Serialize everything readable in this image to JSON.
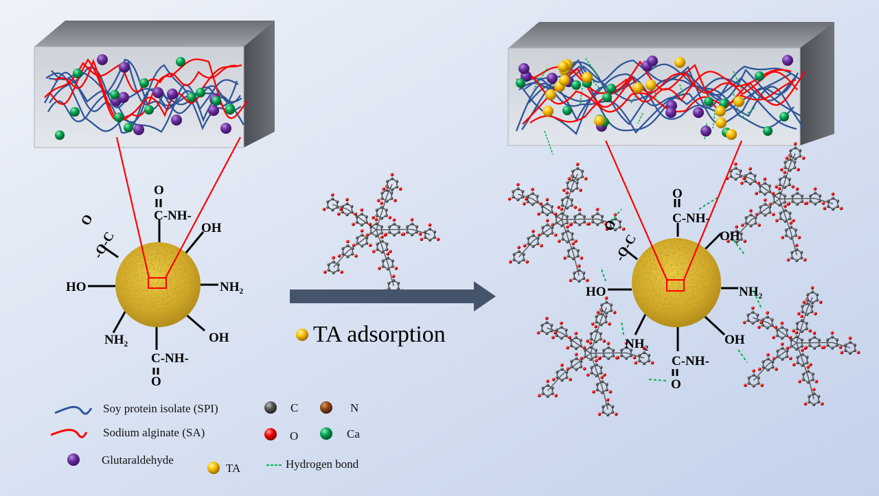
{
  "colors": {
    "spi_chain": "#2f5597",
    "sa_chain": "#ff0000",
    "glutaraldehyde": "#7030a0",
    "ca": "#00a050",
    "ta": "#ffc000",
    "carbon": "#555555",
    "nitrogen": "#8b4513",
    "oxygen": "#ff0000",
    "hydrogen_bond": "#00b050",
    "arrow": "#44546a"
  },
  "process": {
    "label": "TA adsorption"
  },
  "left_particle": {
    "groups": {
      "top_o": "O",
      "top_amide": "C-NH-",
      "carboxylate": "-O-C",
      "carboxylate_o": "O",
      "oh_upper": "OH",
      "ho": "HO",
      "nh2_right": "NH₂",
      "nh2_left": "NH₂",
      "oh_lower": "OH",
      "bottom_amide": "C-NH-",
      "bottom_o": "O"
    }
  },
  "right_particle": {
    "groups": {
      "top_o": "O",
      "top_amide": "C-NH-",
      "carboxylate": "-O-C",
      "carboxylate_o": "O",
      "oh_upper": "OH",
      "ho": "HO",
      "nh2_right": "NH₂",
      "nh2_left": "NH₂",
      "oh_lower": "OH",
      "bottom_amide": "C-NH-",
      "bottom_o": "O"
    }
  },
  "legend": {
    "spi": "Soy protein isolate (SPI)",
    "sa": "Sodium alginate (SA)",
    "glutaraldehyde": "Glutaraldehyde",
    "ta": "TA",
    "c": "C",
    "n": "N",
    "o": "O",
    "ca": "Ca",
    "hydrogen_bond": "Hydrogen bond"
  }
}
